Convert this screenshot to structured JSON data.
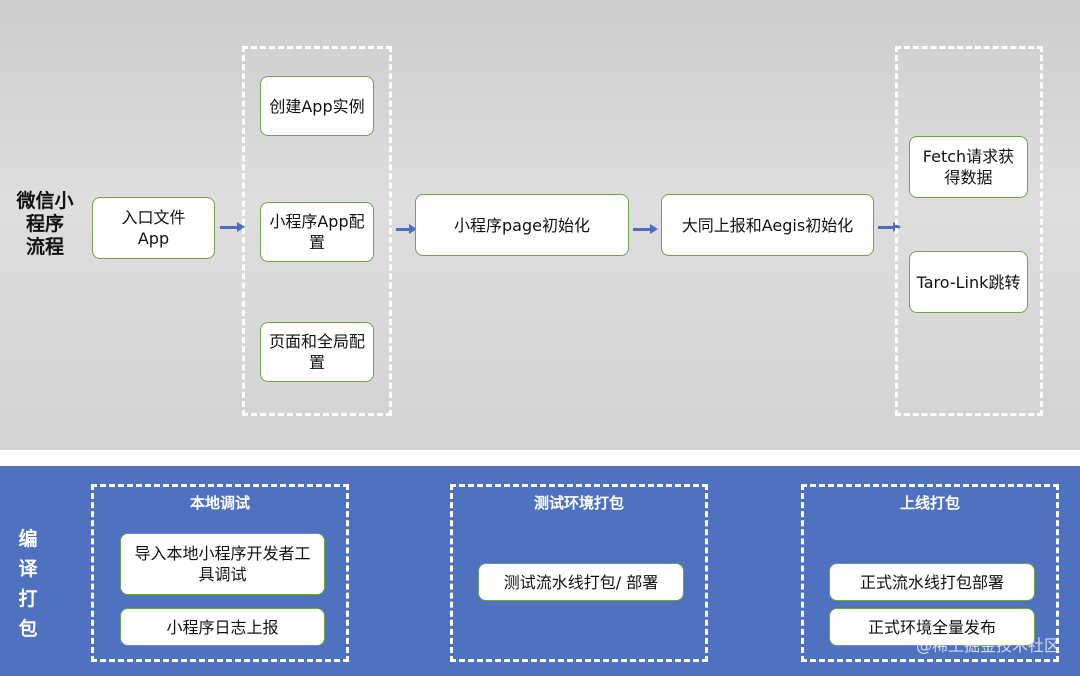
{
  "top": {
    "side_label": "微信小程序流程",
    "side_label_lines": [
      "微信小",
      "程序",
      "流程"
    ],
    "entry_box": "入口文件\nApp",
    "config_group": {
      "items": [
        "创建App实例",
        "小程序App配置",
        "页面和全局配置"
      ]
    },
    "page_init_box": "小程序page初始化",
    "report_init_box": "大同上报和Aegis初始化",
    "final_group": {
      "items": [
        "Fetch请求获得数据",
        "Taro-Link跳转"
      ]
    }
  },
  "bottom": {
    "side_label": "编译打包",
    "side_label_chars": [
      "编",
      "译",
      "打",
      "包"
    ],
    "groups": [
      {
        "title": "本地调试",
        "items": [
          "导入本地小程序开发者工具调试",
          "小程序日志上报"
        ]
      },
      {
        "title": "测试环境打包",
        "items": [
          "测试流水线打包/ 部署"
        ]
      },
      {
        "title": "上线打包",
        "items": [
          "正式流水线打包部署",
          "正式环境全量发布"
        ]
      }
    ]
  },
  "watermark": "@稀土掘金技术社区",
  "colors": {
    "top_background": "#d6d6d6",
    "bottom_background": "#4e71c0",
    "box_border": "#6ca64a",
    "arrow": "#4a6fc0",
    "dash": "#ffffff"
  }
}
